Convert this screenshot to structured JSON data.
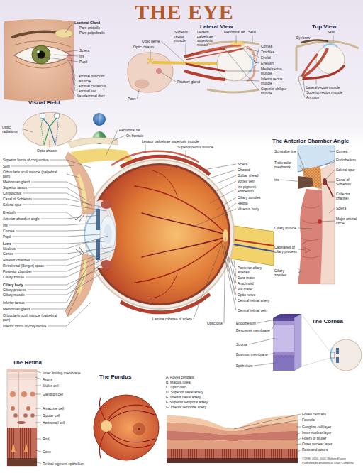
{
  "diagram": {
    "title": "THE EYE",
    "labels": [
      "Lacrimal Gland",
      "Pars orbitalis",
      "Pars palpebralis",
      "Sclera",
      "Iris",
      "Pupil",
      "Lacrimal punctum",
      "Caruncle",
      "Lacrimal canaliculi",
      "Lacrimal sac",
      "Nasolacrimal duct",
      "Visual Field",
      "Optic radiations",
      "Optic chiasm",
      "Lateral View",
      "Superior rectus muscle",
      "Levator palpebrae superioris muscle",
      "Periorbital fat",
      "Skull",
      "Optic nerve",
      "Optic chiasm",
      "Pituitary gland",
      "Pons",
      "Cornea",
      "Trochlea",
      "Eyelid",
      "Eyelash",
      "Medial rectus muscle",
      "Inferior rectus muscle",
      "Superior oblique muscle",
      "Top View",
      "Skull",
      "Eyebrow",
      "Lateral rectus muscle",
      "Superior rectus muscle",
      "Annulus",
      "Periorbital fat",
      "Os frontale",
      "Levator palpebrae superioris muscle",
      "Superior rectus muscle",
      "Superior fornix of conjunctiva",
      "Skin",
      "Orbicularis oculi muscle (palpebral part)",
      "Meibomian gland",
      "Superior tarsus",
      "Conjunctiva",
      "Canal of Schlemm",
      "Scleral spur",
      "Eyelash",
      "Anterior chamber angle",
      "Iris",
      "Cornea",
      "Pupil",
      "Lens",
      "Nucleus",
      "Cortex",
      "Anterior chamber",
      "Retrolental (Berger) space",
      "Posterior chamber",
      "Ciliary zonule",
      "Ciliary body",
      "Ciliary process",
      "Ciliary muscle",
      "Inferior tarsus",
      "Meibomian gland",
      "Orbicularis oculi muscle (palpebral part)",
      "Inferior fornix of conjunctiva",
      "Sclera",
      "Choroid",
      "Bulbar sheath",
      "Vortex vein",
      "Iris pigment epithelium",
      "Ciliary zonules",
      "Retina",
      "Vitreous body",
      "Posterior ciliary arteries",
      "Dura mater",
      "Arachnoid",
      "Pia mater",
      "Optic nerve",
      "Central retinal artery",
      "Central retinal vein",
      "Lamina cribrosa of sclera",
      "Optic disk",
      "The Anterior Chamber Angle",
      "Schwalbe line",
      "Trabecular meshwork",
      "Iris",
      "Ciliary muscle",
      "Capillaries of ciliary process",
      "Ciliary zonules",
      "Cornea",
      "Endothelium",
      "Scleral spur",
      "Canal of Schlemm",
      "Collector channel",
      "Sclera",
      "Major arterial circle",
      "The Cornea",
      "Endothelium",
      "Descemet membrane",
      "Stroma",
      "Bowman membrane",
      "Epithelium",
      "The Retina",
      "Inner limiting membrane",
      "Axons",
      "Müller cell",
      "Ganglion cell",
      "Amacrine cell",
      "Bipolar cell",
      "Horizontal cell",
      "Rod",
      "Cone",
      "Retinal pigment epithelium",
      "The Fundus",
      "A. Fovea centralis",
      "B. Macula lutea",
      "C. Optic disc",
      "D. Superior nasal artery",
      "E. Inferior nasal artery",
      "F. Superior temporal artery",
      "G. Inferior temporal artery",
      "Fovea centralis",
      "Foveola",
      "Ganglion cell layer",
      "Inner nuclear layer",
      "Fibers of Müller",
      "Outer nuclear layer",
      "Rods and cones",
      "©1998, 2000, 2001 Wolters Kluwer",
      "Published by Anatomical Chart Company"
    ]
  }
}
